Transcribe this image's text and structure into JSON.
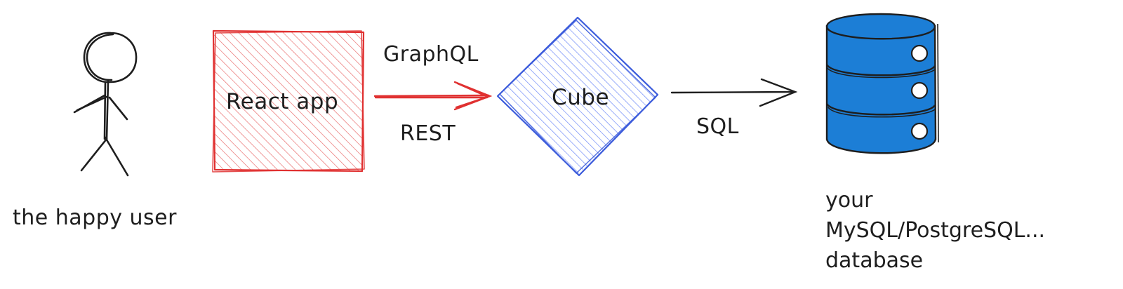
{
  "diagram": {
    "user_label": "the happy user",
    "react_label": "React app",
    "graphql_label": "GraphQL",
    "rest_label": "REST",
    "cube_label": "Cube",
    "sql_label": "SQL",
    "database_label": {
      "line1": "your",
      "line2": "MySQL/PostgreSQL...",
      "line3": "database"
    }
  },
  "colors": {
    "react_stroke": "#e03131",
    "react_fill": "#e03131",
    "cube_stroke": "#3b5bdb",
    "cube_fill": "#4c6ef5",
    "database_fill": "#1c7ed6",
    "ink": "#1e1e1e"
  },
  "icons": {
    "user": "stick-figure-icon",
    "database": "database-cylinder-icon"
  }
}
